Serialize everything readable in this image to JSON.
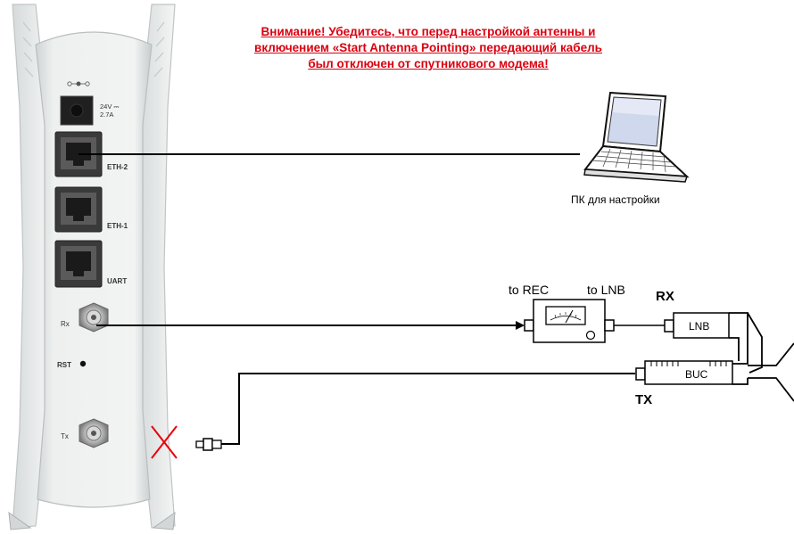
{
  "warning": {
    "line1": "Внимание! Убедитесь, что перед настройкой антенны  и",
    "line2": "включением «Start Antenna Pointing» передающий кабель",
    "line3": "был отключен от спутникового модема!"
  },
  "device": {
    "power_label": "24V ⎓\n2.7A",
    "power_line1": "24V ⎓",
    "power_line2": "2.7A",
    "eth2_label": "ETH-2",
    "eth1_label": "ETH-1",
    "uart_label": "UART",
    "rx_label": "Rx",
    "rst_label": "RST",
    "tx_label": "Tx"
  },
  "pc": {
    "label": "ПК для настройки"
  },
  "meter": {
    "to_rec": "to REC",
    "to_lnb": "to LNB"
  },
  "rf": {
    "rx_label": "RX",
    "tx_label": "TX",
    "lnb_label": "LNB",
    "buc_label": "BUC"
  },
  "colors": {
    "warning": "#d9000f",
    "cross": "#e8000b",
    "device_body": "#e9ecec"
  }
}
